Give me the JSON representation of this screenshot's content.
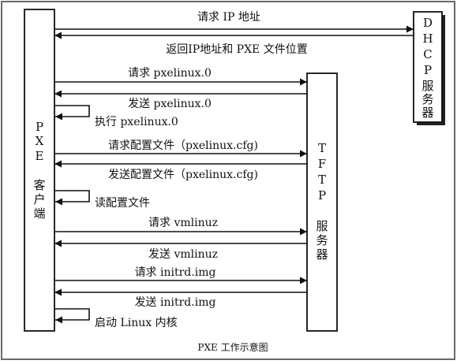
{
  "diagram": {
    "caption": "PXE 工作示意图",
    "client_label": [
      "P",
      "X",
      "E",
      "客",
      "户",
      "端"
    ],
    "tftp_label": [
      "T",
      "F",
      "T",
      "P",
      "服",
      "务",
      "器"
    ],
    "dhcp_label": [
      "D",
      "H",
      "C",
      "P",
      "服",
      "务",
      "器"
    ],
    "messages": [
      {
        "text": "请求 IP 地址",
        "from": "client",
        "to": "dhcp"
      },
      {
        "text": "返回IP地址和 PXE 文件位置",
        "from": "dhcp",
        "to": "client"
      },
      {
        "text": "请求 pxelinux.0",
        "from": "client",
        "to": "tftp"
      },
      {
        "text": "发送 pxelinux.0",
        "from": "tftp",
        "to": "client"
      },
      {
        "text": "执行 pxelinux.0",
        "from": "client",
        "to": "client"
      },
      {
        "text": "请求配置文件（pxelinux.cfg)",
        "from": "client",
        "to": "tftp"
      },
      {
        "text": "发送配置文件（pxelinux.cfg)",
        "from": "tftp",
        "to": "client"
      },
      {
        "text": "读配置文件",
        "from": "client",
        "to": "client"
      },
      {
        "text": "请求 vmlinuz",
        "from": "client",
        "to": "tftp"
      },
      {
        "text": "发送 vmlinuz",
        "from": "tftp",
        "to": "client"
      },
      {
        "text": "请求 initrd.img",
        "from": "client",
        "to": "tftp"
      },
      {
        "text": "发送 initrd.img",
        "from": "tftp",
        "to": "client"
      },
      {
        "text": "启动 Linux 内核",
        "from": "client",
        "to": "client"
      }
    ]
  }
}
